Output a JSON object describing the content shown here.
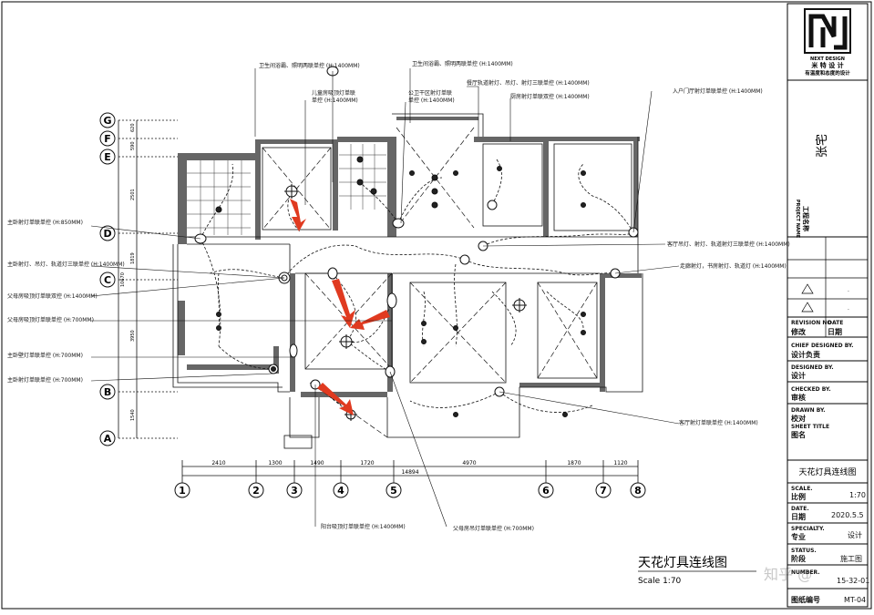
{
  "drawing": {
    "title": "天花灯具连线图",
    "scale": "Scale 1:70",
    "watermark": "知乎 @"
  },
  "axes": {
    "rows": [
      "G",
      "F",
      "E",
      "D",
      "C",
      "B",
      "A"
    ],
    "row_dims": [
      "620",
      "590",
      "2501",
      "1819",
      "3950",
      "1540"
    ],
    "cols": [
      "1",
      "2",
      "3",
      "4",
      "5",
      "6",
      "7",
      "8"
    ],
    "col_dims": [
      "2410",
      "1300",
      "1490",
      "1720",
      "4970",
      "1870",
      "1120"
    ],
    "col_total": "14894",
    "row_total": "10670"
  },
  "labels": [
    "卫生间浴霸、照明两联单控 (H:1400MM)",
    "卫生间浴霸、照明两联单控 (H:1400MM)",
    "儿童房吸顶灯单联",
    "单控 (H:1400MM)",
    "公卫干区射灯单联",
    "单控 (H:1400MM)",
    "餐厅轨道射灯、吊灯、射灯三联单控 (H:1400MM)",
    "厨房射灯单联双控 (H:1400MM)",
    "入户门厅射灯单联单控 (H:1400MM)",
    "主卧射灯单联单控 (H:850MM)",
    "主卧射灯、吊灯、轨道灯三联单控 (H:1400MM)",
    "父母房吸顶灯单联双控 (H:1400MM)",
    "父母房吸顶灯单联单控 (H:700MM)",
    "主卧壁灯单联单控 (H:700MM)",
    "主卧射灯单联单控 (H:700MM)",
    "客厅吊灯、射灯、轨道射灯三联单控 (H:1400MM)",
    "走廊射灯，书房射灯、轨道灯 (H:1400MM)",
    "客厅射灯单联单控 (H:1400MM)",
    "阳台吸顶灯单联单控 (H:1400MM)",
    "父母房吊灯单联单控 (H:700MM)"
  ],
  "titleblock": {
    "logo_en": "NEXT DESIGN",
    "logo_cn": "米 特 设 计",
    "slogan": "有温度和态度的设计",
    "project": "张宅",
    "project_label_en": "PROJECT NAME",
    "project_label_cn": "工程名称",
    "revision_en": "REVISION NO",
    "revision_cn": "修改",
    "date_en": "DATE",
    "date_cn": "日期",
    "chief_en": "CHIEF DESIGNED BY.",
    "chief_cn": "设计负责",
    "designed_en": "DESIGNED BY.",
    "designed_cn": "设计",
    "checked_en": "CHECKED BY.",
    "checked_cn": "审核",
    "drawn_en": "DRAWN BY.",
    "drawn_cn": "校对",
    "sheet_title_en": "SHEET TITLE",
    "sheet_title_cn": "图名",
    "sheet_title_value": "天花灯具连线图",
    "scale_en": "SCALE.",
    "scale_cn": "比例",
    "scale_value": "1:70",
    "date2_en": "DATE.",
    "date2_cn": "日期",
    "date2_value": "2020.5.5",
    "specialty_en": "SPECIALTY.",
    "specialty_cn": "专业",
    "specialty_value": "设计",
    "status_en": "STATUS.",
    "status_cn": "阶段",
    "status_value": "施工图",
    "number_en": "NUMBER.",
    "number_cn": "图纸编号",
    "number_value": "MT-04",
    "code_value": "15-32-01"
  }
}
